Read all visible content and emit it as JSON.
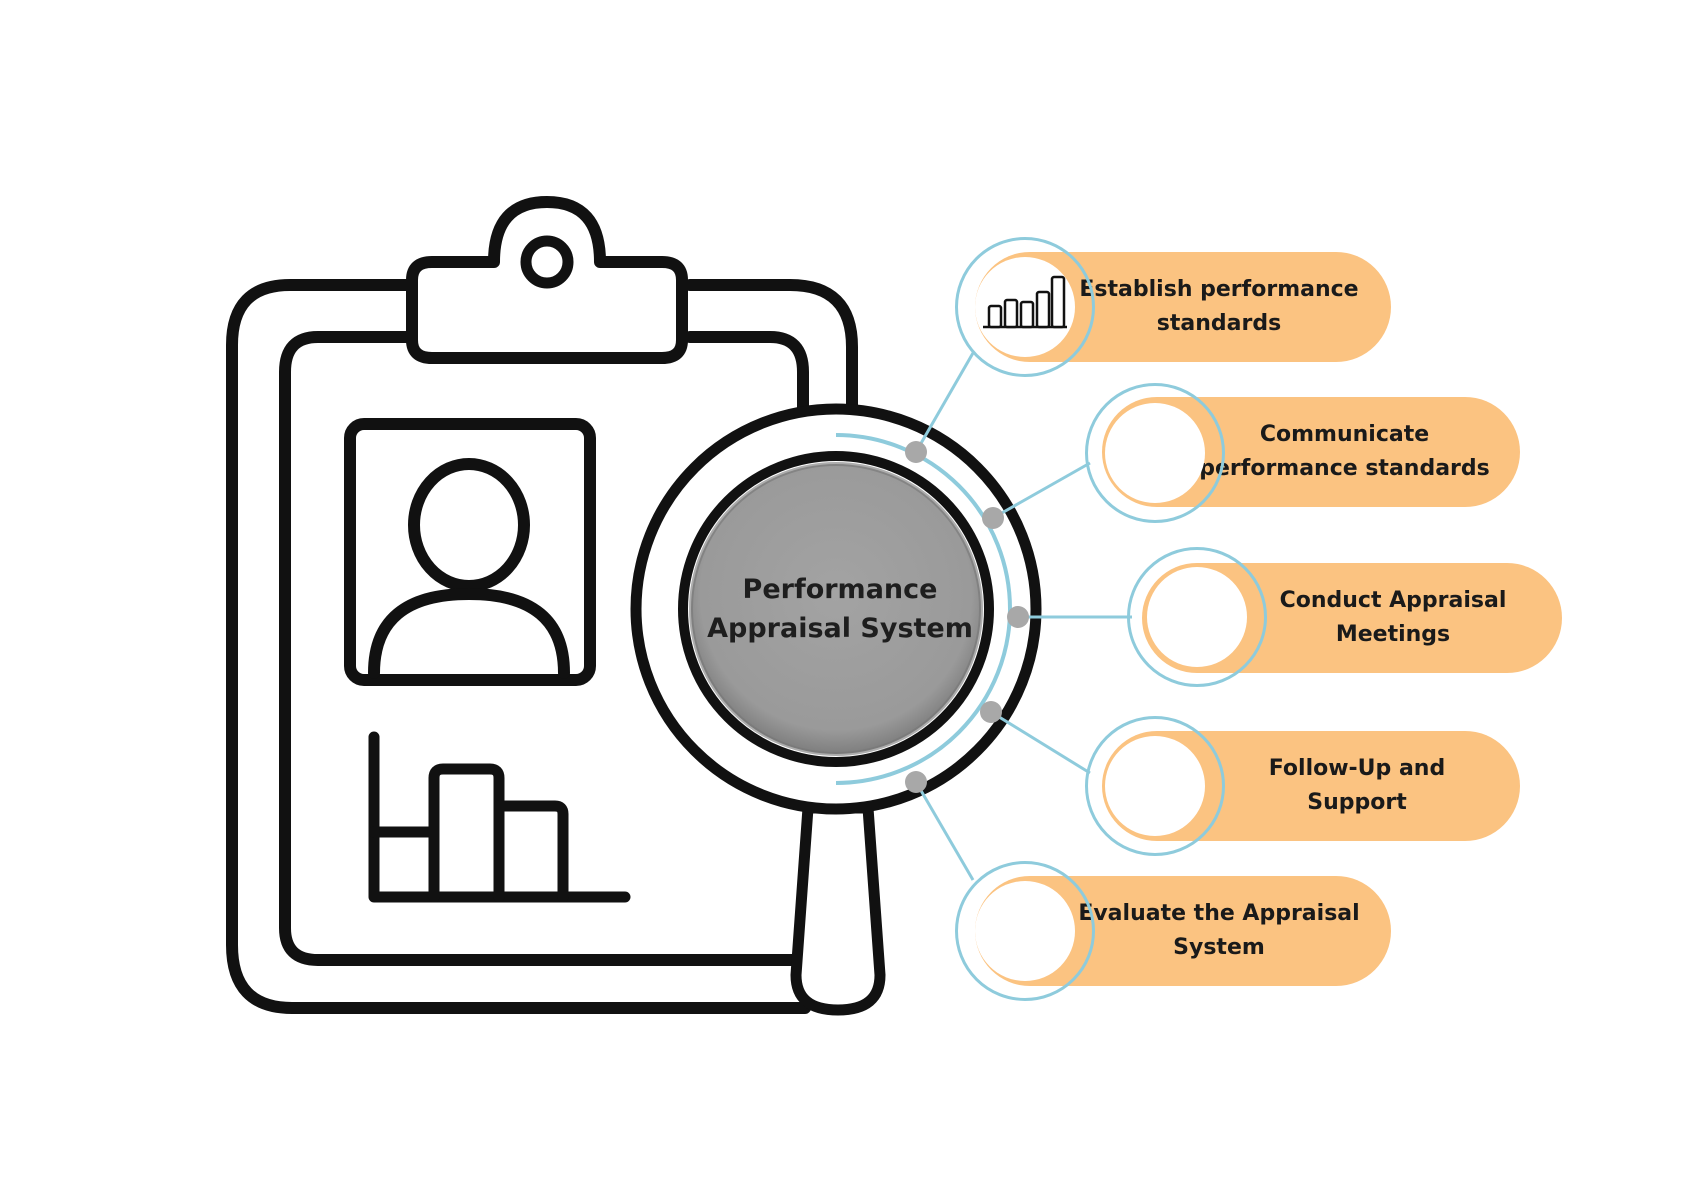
{
  "diagram": {
    "center_title": "Performance Appraisal System",
    "center_title_line1": "Performance",
    "center_title_line2": "Appraisal System",
    "steps": [
      {
        "id": "establish",
        "line1": "Establish performance",
        "line2": "standards",
        "icon": "bar-chart-icon"
      },
      {
        "id": "communicate",
        "line1": "Communicate",
        "line2": "performance standards",
        "icon": "none"
      },
      {
        "id": "conduct",
        "line1": "Conduct Appraisal",
        "line2": "Meetings",
        "icon": "none"
      },
      {
        "id": "followup",
        "line1": "Follow-Up and Support",
        "line2": "",
        "icon": "none"
      },
      {
        "id": "evaluate",
        "line1": "Evaluate the Appraisal",
        "line2": "System",
        "icon": "none"
      }
    ]
  },
  "colors": {
    "pill": "#fbc381",
    "connector": "#8ecbdc",
    "hub": "#9b9b9b",
    "stroke": "#111111",
    "dot": "#a8a8a8"
  }
}
